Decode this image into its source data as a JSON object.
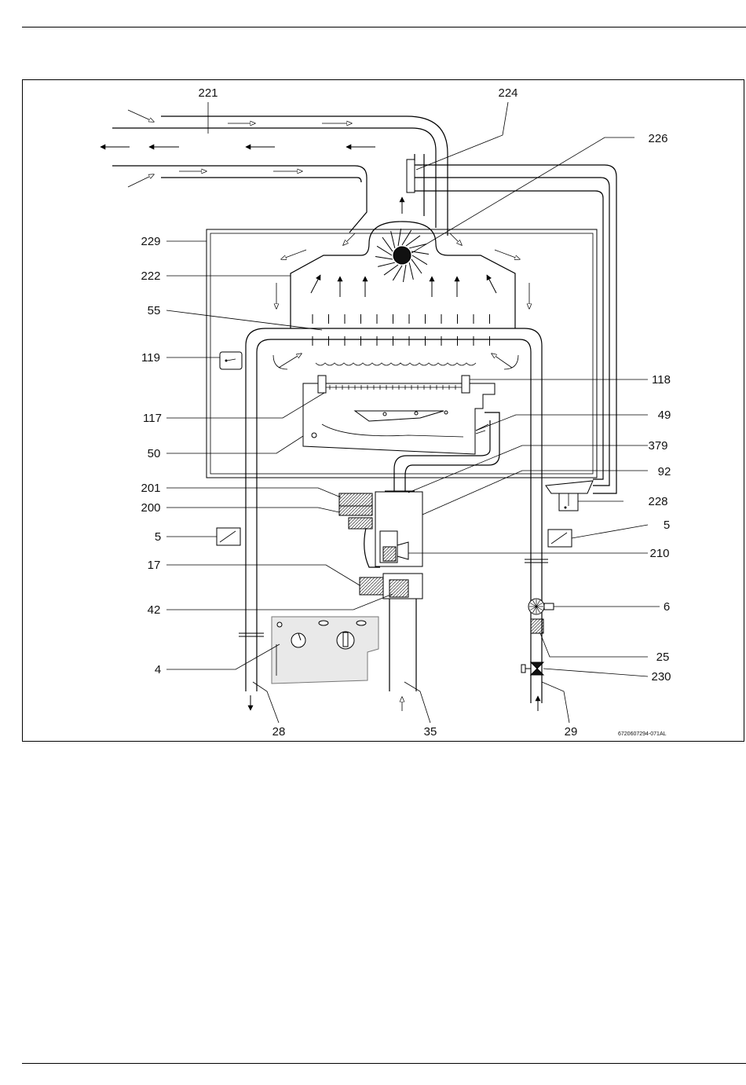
{
  "figure": {
    "code": "6720607294-071AL",
    "labels": {
      "l221": "221",
      "l224": "224",
      "l226": "226",
      "l229": "229",
      "l222": "222",
      "l55": "55",
      "l119": "119",
      "l118": "118",
      "l117": "117",
      "l49": "49",
      "l50": "50",
      "l379": "379",
      "l92": "92",
      "l201": "201",
      "l228": "228",
      "l200": "200",
      "l5_left": "5",
      "l5_right": "5",
      "l210": "210",
      "l17": "17",
      "l6": "6",
      "l42": "42",
      "l25": "25",
      "l4": "4",
      "l230": "230",
      "l28": "28",
      "l35": "35",
      "l29": "29"
    }
  }
}
